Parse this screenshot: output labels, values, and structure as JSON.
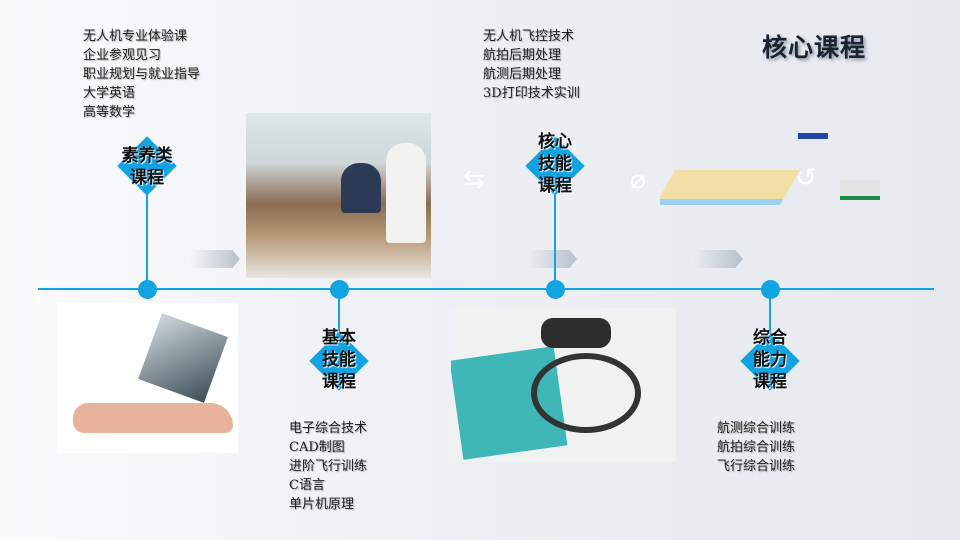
{
  "title": "核心课程",
  "stages": [
    {
      "label_lines": [
        "素养类",
        "课程"
      ],
      "courses": [
        "无人机专业体验课",
        "企业参观见习",
        "职业规划与就业指导",
        "大学英语",
        "高等数学"
      ]
    },
    {
      "label_lines": [
        "基本",
        "技能",
        "课程"
      ],
      "courses": [
        "电子综合技术",
        "CAD制图",
        "进阶飞行训练",
        "C语言",
        "单片机原理"
      ]
    },
    {
      "label_lines": [
        "核心",
        "技能",
        "课程"
      ],
      "courses": [
        "无人机飞控技术",
        "航拍后期处理",
        "航测后期处理",
        "3D打印技术实训"
      ]
    },
    {
      "label_lines": [
        "综合",
        "能力",
        "课程"
      ],
      "courses": [
        "航测综合训练",
        "航拍综合训练",
        "飞行综合训练"
      ]
    }
  ],
  "colors": {
    "accent": "#12a3e3",
    "title": "#1b2230"
  }
}
